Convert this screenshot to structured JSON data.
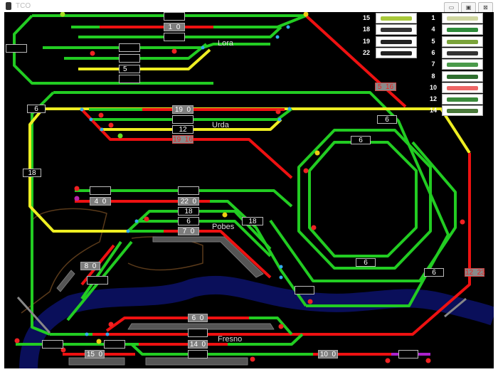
{
  "window": {
    "title": "TCO",
    "minimize": "▭",
    "maximize": "▣",
    "close": "⊠"
  },
  "stations": {
    "lora": "Lora",
    "urda": "Urda",
    "pobes": "Pobes",
    "fresno": "Fresno"
  },
  "blocks": [
    {
      "label": "",
      "state": "empty"
    },
    {
      "label": "1  0",
      "state": "occupied"
    },
    {
      "label": "",
      "state": "empty"
    },
    {
      "label": "",
      "state": "empty"
    },
    {
      "label": "",
      "state": "empty"
    },
    {
      "label": "",
      "state": "empty"
    },
    {
      "label": "5",
      "state": "empty"
    },
    {
      "label": "",
      "state": "empty"
    },
    {
      "label": "5  16",
      "state": "alert"
    },
    {
      "label": "6",
      "state": "empty"
    },
    {
      "label": "19  0",
      "state": "occupied"
    },
    {
      "label": "",
      "state": "empty"
    },
    {
      "label": "12",
      "state": "empty"
    },
    {
      "label": "19  16",
      "state": "alert"
    },
    {
      "label": "6",
      "state": "empty"
    },
    {
      "label": "6",
      "state": "empty"
    },
    {
      "label": "18",
      "state": "empty"
    },
    {
      "label": "",
      "state": "empty"
    },
    {
      "label": "",
      "state": "empty"
    },
    {
      "label": "4  0",
      "state": "occupied"
    },
    {
      "label": "22  0",
      "state": "occupied"
    },
    {
      "label": "18",
      "state": "empty"
    },
    {
      "label": "6",
      "state": "empty"
    },
    {
      "label": "18",
      "state": "empty"
    },
    {
      "label": "7  0",
      "state": "occupied"
    },
    {
      "label": "8  0",
      "state": "occupied"
    },
    {
      "label": "",
      "state": "empty"
    },
    {
      "label": "",
      "state": "empty"
    },
    {
      "label": "6",
      "state": "empty"
    },
    {
      "label": "6",
      "state": "empty"
    },
    {
      "label": "12  23",
      "state": "alert"
    },
    {
      "label": "6  0",
      "state": "occupied"
    },
    {
      "label": "",
      "state": "empty"
    },
    {
      "label": "14  0",
      "state": "occupied"
    },
    {
      "label": "",
      "state": "empty"
    },
    {
      "label": "",
      "state": "empty"
    },
    {
      "label": "15  0",
      "state": "occupied"
    },
    {
      "label": "",
      "state": "empty"
    },
    {
      "label": "10  0",
      "state": "occupied"
    },
    {
      "label": "",
      "state": "empty"
    }
  ],
  "locos_left": [
    {
      "num": "15",
      "color": "#a8c83a"
    },
    {
      "num": "18",
      "color": "#333"
    },
    {
      "num": "19",
      "color": "#222"
    },
    {
      "num": "22",
      "color": "#222"
    }
  ],
  "locos_right": [
    {
      "num": "1",
      "color": "#cfd6a0"
    },
    {
      "num": "4",
      "color": "#2e8b3a"
    },
    {
      "num": "5",
      "color": "#7aa33a"
    },
    {
      "num": "6",
      "color": "#333"
    },
    {
      "num": "7",
      "color": "#4a9a4a"
    },
    {
      "num": "8",
      "color": "#2e6e2e"
    },
    {
      "num": "10",
      "color": "#e66"
    },
    {
      "num": "12",
      "color": "#3a8a3a"
    },
    {
      "num": "14",
      "color": "#4a7a3a"
    }
  ],
  "colors": {
    "free": "#22cc22",
    "occupied": "#ee1111",
    "route": "#eeee22",
    "river": "#0a0f5a"
  }
}
